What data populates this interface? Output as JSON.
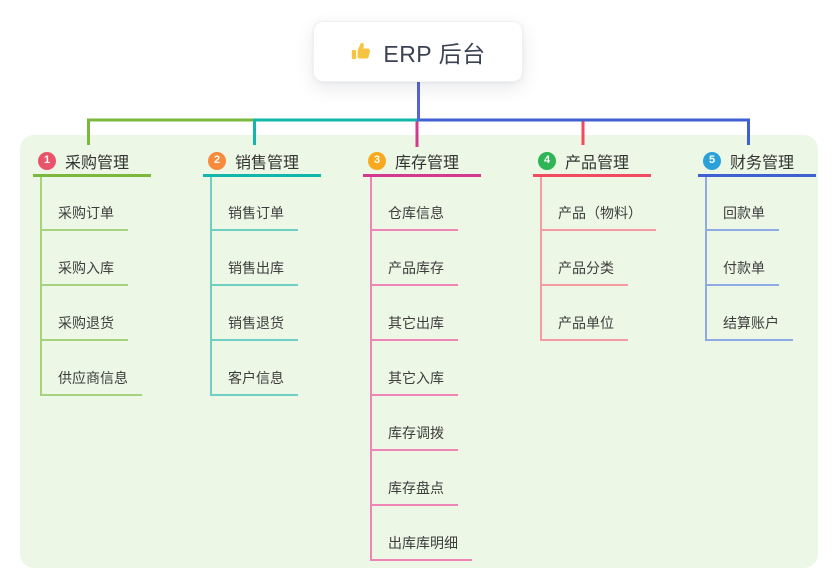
{
  "root": {
    "label": "ERP 后台",
    "icon": "thumbs-up-icon",
    "icon_color": "#f6c343",
    "stem_color": "#5564d8"
  },
  "panel": {
    "bg_color": "#edf7e6"
  },
  "branches": [
    {
      "number": "1",
      "label": "采购管理",
      "badge_color": "#e9546b",
      "line_color": "#7ab83e",
      "child_line_color": "#a8d37e",
      "children": [
        "采购订单",
        "采购入库",
        "采购退货",
        "供应商信息"
      ]
    },
    {
      "number": "2",
      "label": "销售管理",
      "badge_color": "#f78a3c",
      "line_color": "#10b7aa",
      "child_line_color": "#6fcfc5",
      "children": [
        "销售订单",
        "销售出库",
        "销售退货",
        "客户信息"
      ]
    },
    {
      "number": "3",
      "label": "库存管理",
      "badge_color": "#f8a91f",
      "line_color": "#d13a8e",
      "child_line_color": "#ed86b7",
      "children": [
        "仓库信息",
        "产品库存",
        "其它出库",
        "其它入库",
        "库存调拨",
        "库存盘点",
        "出库库明细"
      ]
    },
    {
      "number": "4",
      "label": "产品管理",
      "badge_color": "#2fb456",
      "line_color": "#f24a5e",
      "child_line_color": "#f79ba3",
      "children": [
        "产品（物料）",
        "产品分类",
        "产品单位"
      ]
    },
    {
      "number": "5",
      "label": "财务管理",
      "badge_color": "#2aa1d8",
      "line_color": "#3f60d3",
      "child_line_color": "#8fabe6",
      "children": [
        "回款单",
        "付款单",
        "结算账户"
      ]
    }
  ]
}
